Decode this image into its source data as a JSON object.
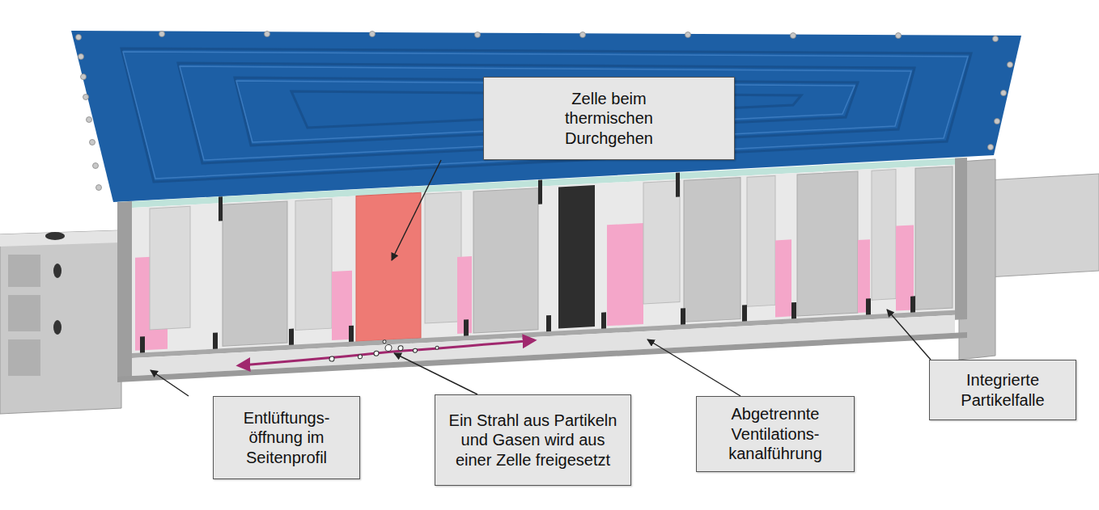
{
  "diagram": {
    "nodes": [
      {
        "text": [
          "Zelle beim thermischen Durchgehen"
        ]
      },
      {
        "text": [
          "Entlüftungs- öffnung im Seitenprofil"
        ]
      },
      {
        "text": [
          "Ein Strahl aus Partikeln und Gasen wird aus einer Zelle freigesetzt"
        ]
      },
      {
        "text": [
          "Abgetrennte Ventilations- kanalführung"
        ]
      },
      {
        "text": [
          "Integrierte Partikelfalle"
        ]
      }
    ]
  }
}
